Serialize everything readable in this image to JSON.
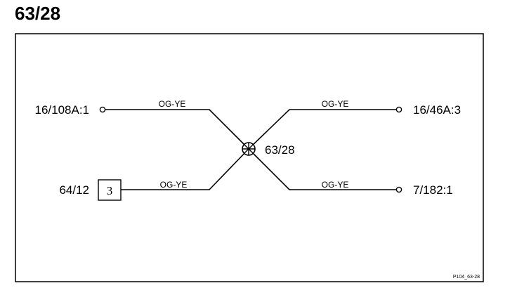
{
  "title": "63/28",
  "splice": {
    "label": "63/28"
  },
  "connectors": {
    "top_left": "16/108A:1",
    "top_right": "16/46A:3",
    "bottom_left": "64/12",
    "bottom_right": "7/182:1"
  },
  "connector_box": {
    "value": "3"
  },
  "wires": {
    "top_left": "OG-YE",
    "top_right": "OG-YE",
    "bottom_left": "OG-YE",
    "bottom_right": "OG-YE"
  },
  "reference": "P104_63-28",
  "colors": {
    "line": "#000000",
    "background": "#ffffff"
  }
}
